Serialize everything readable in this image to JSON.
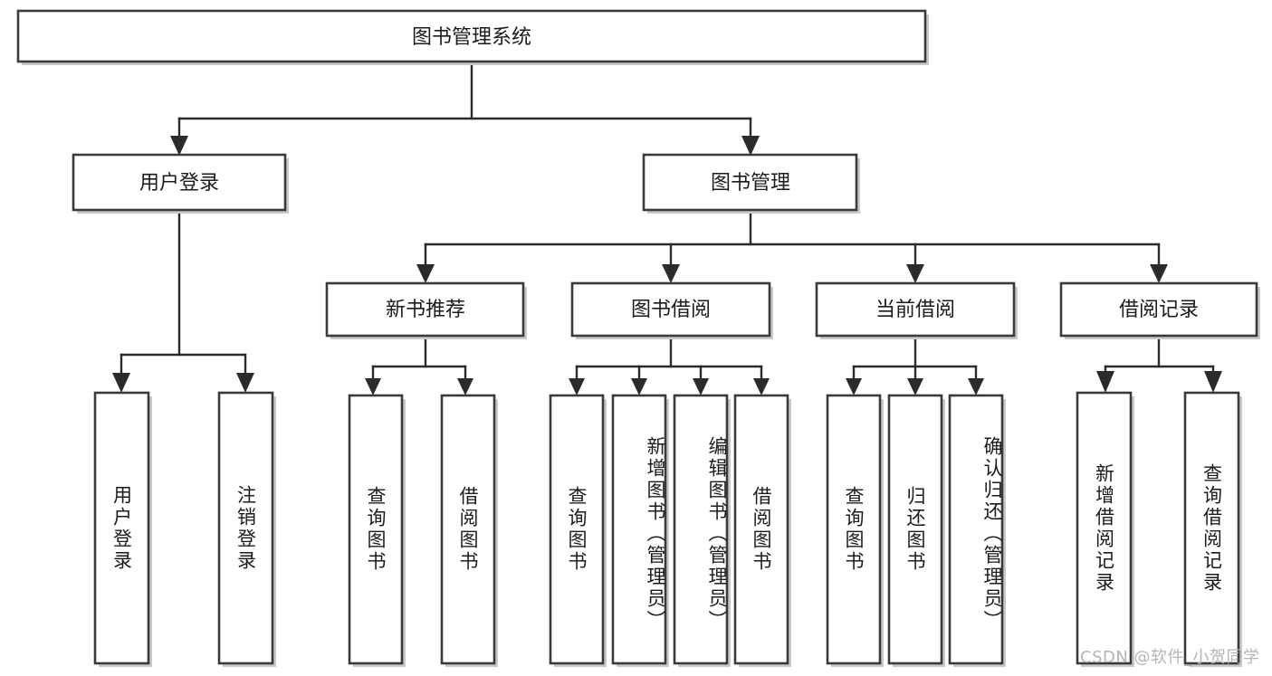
{
  "diagram": {
    "type": "tree-hierarchy-chart",
    "title": "图书管理系统",
    "root": {
      "id": "root",
      "label": "图书管理系统"
    },
    "level2": [
      {
        "id": "user-login",
        "label": "用户登录"
      },
      {
        "id": "book-manage",
        "label": "图书管理"
      }
    ],
    "level3": [
      {
        "id": "new-book-recommend",
        "label": "新书推荐",
        "parent": "book-manage"
      },
      {
        "id": "book-borrow",
        "label": "图书借阅",
        "parent": "book-manage"
      },
      {
        "id": "current-borrow",
        "label": "当前借阅",
        "parent": "book-manage"
      },
      {
        "id": "borrow-record",
        "label": "借阅记录",
        "parent": "book-manage"
      }
    ],
    "leaves": [
      {
        "id": "leaf-user-login",
        "label": "用户登录",
        "parent": "user-login"
      },
      {
        "id": "leaf-logout-login",
        "label": "注销登录",
        "parent": "user-login"
      },
      {
        "id": "leaf-query-book-1",
        "label": "查询图书",
        "parent": "new-book-recommend"
      },
      {
        "id": "leaf-borrow-book-1",
        "label": "借阅图书",
        "parent": "new-book-recommend"
      },
      {
        "id": "leaf-query-book-2",
        "label": "查询图书",
        "parent": "book-borrow"
      },
      {
        "id": "leaf-add-book",
        "label": "新增图书（管理员）",
        "parent": "book-borrow"
      },
      {
        "id": "leaf-edit-book",
        "label": "编辑图书（管理员）",
        "parent": "book-borrow"
      },
      {
        "id": "leaf-borrow-book-2",
        "label": "借阅图书",
        "parent": "book-borrow"
      },
      {
        "id": "leaf-query-book-3",
        "label": "查询图书",
        "parent": "current-borrow"
      },
      {
        "id": "leaf-return-book",
        "label": "归还图书",
        "parent": "current-borrow"
      },
      {
        "id": "leaf-confirm-return",
        "label": "确认归还（管理员）",
        "parent": "current-borrow"
      },
      {
        "id": "leaf-add-record",
        "label": "新增借阅记录",
        "parent": "borrow-record"
      },
      {
        "id": "leaf-query-record",
        "label": "查询借阅记录",
        "parent": "borrow-record"
      }
    ]
  },
  "watermark": {
    "text": "CSDN @软件_小贺同学"
  },
  "colors": {
    "box_border": "#3a3a3a",
    "box_fill": "#ffffff",
    "edge": "#2b2b2b",
    "text": "#1b1b1b",
    "watermark": "#b4b4b4",
    "background": "#ffffff"
  }
}
